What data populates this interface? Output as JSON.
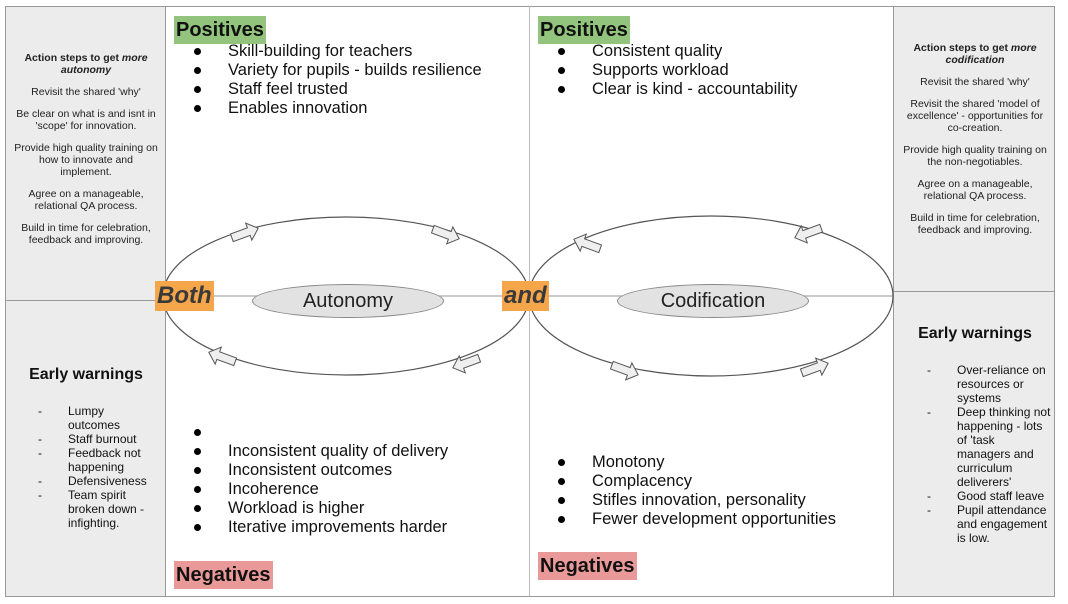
{
  "left_panel": {
    "action_title_a": "Action steps to get",
    "action_title_b": "more autonomy",
    "action_steps": [
      "Revisit the shared 'why'",
      "Be clear on what is and isnt in 'scope' for innovation.",
      "Provide high quality training on how to innovate and implement.",
      "Agree on a manageable, relational QA process.",
      "Build in time for celebration, feedback and improving."
    ],
    "warnings_title": "Early warnings",
    "warnings": [
      "Lumpy outcomes",
      "Staff burnout",
      "Feedback not happening",
      "Defensiveness",
      "Team spirit broken down - infighting."
    ]
  },
  "right_panel": {
    "action_title_a": "Action steps to get",
    "action_title_b": "more codification",
    "action_steps": [
      "Revisit the shared 'why'",
      "Revisit the shared 'model of excellence' - opportunities for co-creation.",
      "Provide high quality training on the non-negotiables.",
      "Agree on a manageable, relational QA process.",
      "Build in time for celebration, feedback and improving."
    ],
    "warnings_title": "Early warnings",
    "warnings": [
      "Over-reliance on resources or systems",
      "Deep thinking not happening - lots of 'task managers and curriculum deliverers'",
      "Good staff leave",
      "Pupil attendance and engagement is low."
    ]
  },
  "autonomy": {
    "positives_label": "Positives",
    "positives": [
      "Skill-building for teachers",
      "Variety for pupils - builds resilience",
      "Staff feel trusted",
      "Enables innovation"
    ],
    "negatives_label": "Negatives",
    "negatives": [
      "",
      "Inconsistent quality of delivery",
      "Inconsistent outcomes",
      "Incoherence",
      "Workload is higher",
      "Iterative improvements harder"
    ],
    "pole_label": "Autonomy"
  },
  "codification": {
    "positives_label": "Positives",
    "positives": [
      "Consistent quality",
      "Supports workload",
      "Clear is kind - accountability"
    ],
    "negatives_label": "Negatives",
    "negatives": [
      "Monotony",
      "Complacency",
      "Stifles innovation, personality",
      "Fewer development opportunities"
    ],
    "pole_label": "Codification"
  },
  "connectors": {
    "both": "Both",
    "and": "and"
  },
  "colors": {
    "positive": "#93c47d",
    "negative": "#ea9999",
    "connector": "#f6a64a",
    "panel": "#ececec"
  }
}
